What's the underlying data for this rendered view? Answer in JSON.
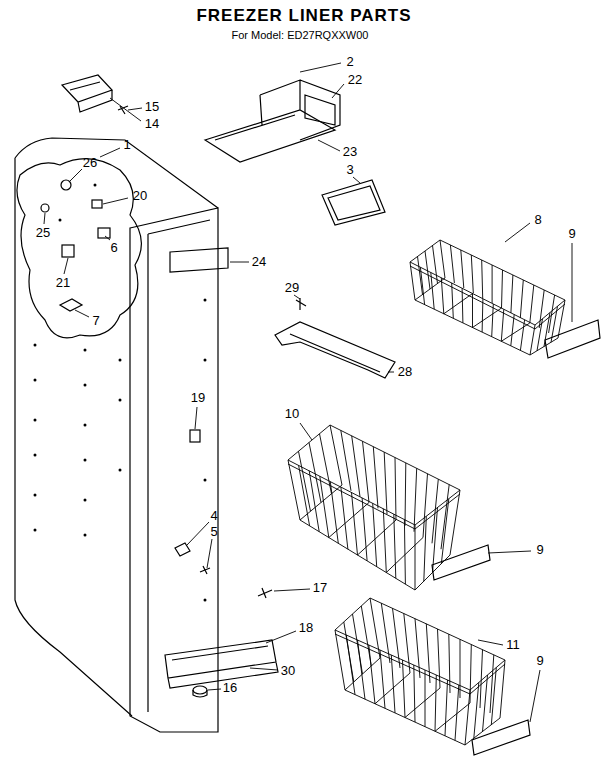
{
  "diagram": {
    "title": "FREEZER LINER PARTS",
    "labels": [
      "2",
      "22",
      "15",
      "14",
      "1",
      "26",
      "20",
      "25",
      "6",
      "21",
      "7",
      "23",
      "3",
      "8",
      "9",
      "24",
      "29",
      "28",
      "19",
      "10",
      "9",
      "4",
      "5",
      "17",
      "18",
      "30",
      "16",
      "11",
      "9",
      "For Model: ED27RQXXW00"
    ]
  }
}
